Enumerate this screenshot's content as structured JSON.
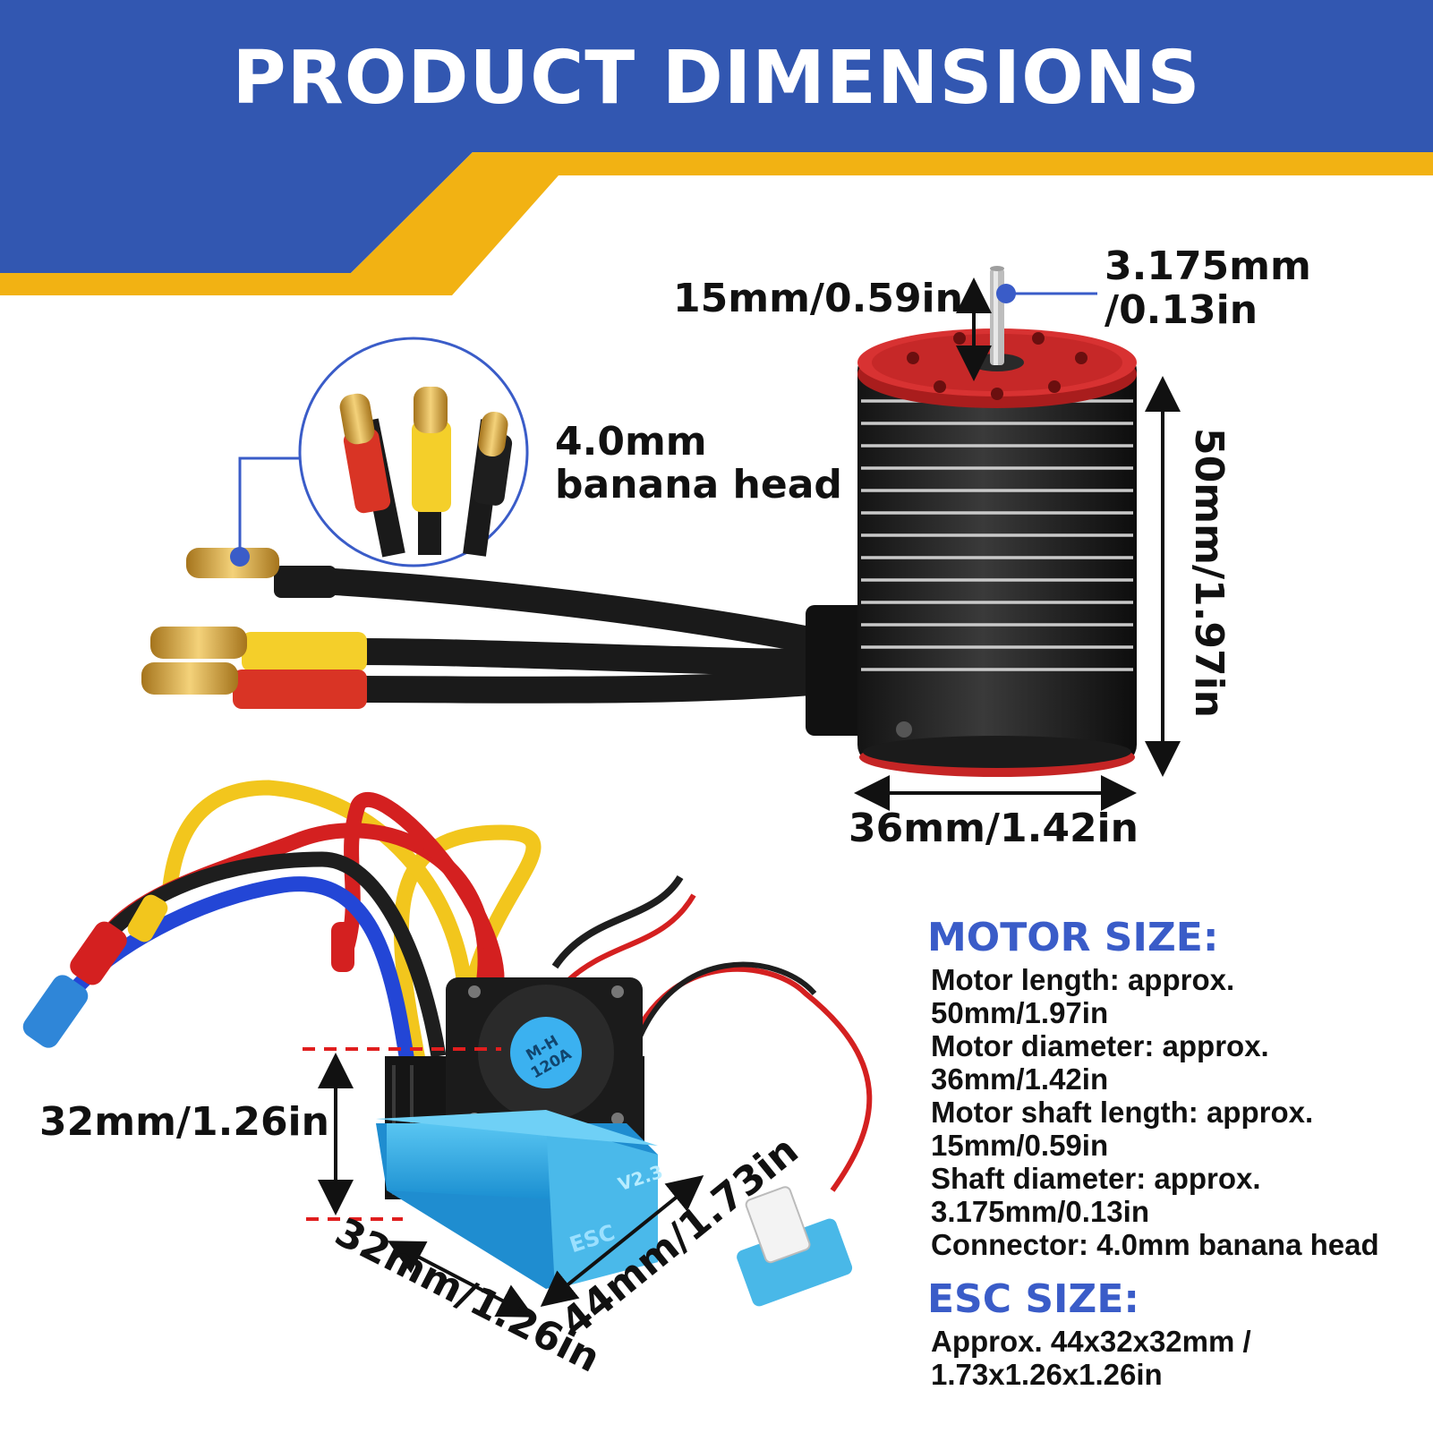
{
  "colors": {
    "blue": "#3257b1",
    "yellow": "#f2b213",
    "heading": "#3a5cc8"
  },
  "title": "PRODUCT DIMENSIONS",
  "motor_dims": {
    "shaft_length": "15mm/0.59in",
    "shaft_diameter_l1": "3.175mm",
    "shaft_diameter_l2": "/0.13in",
    "connector_l1": "4.0mm",
    "connector_l2": "banana head",
    "length": "50mm/1.97in",
    "diameter": "36mm/1.42in"
  },
  "esc_dims": {
    "height": "32mm/1.26in",
    "width": "32mm/1.26in",
    "length": "44mm/1.73in",
    "fan_label": "M-H 120A",
    "case_label": "ESC",
    "version_label": "V2.3"
  },
  "motor_size": {
    "heading": "MOTOR SIZE:",
    "lines": [
      "Motor length: approx.",
      "50mm/1.97in",
      "Motor diameter: approx.",
      "36mm/1.42in",
      "Motor shaft length: approx.",
      "15mm/0.59in",
      "Shaft diameter: approx.",
      "3.175mm/0.13in",
      "Connector: 4.0mm banana head"
    ]
  },
  "esc_size": {
    "heading": "ESC SIZE:",
    "lines": [
      "Approx. 44x32x32mm /",
      "1.73x1.26x1.26in"
    ]
  }
}
